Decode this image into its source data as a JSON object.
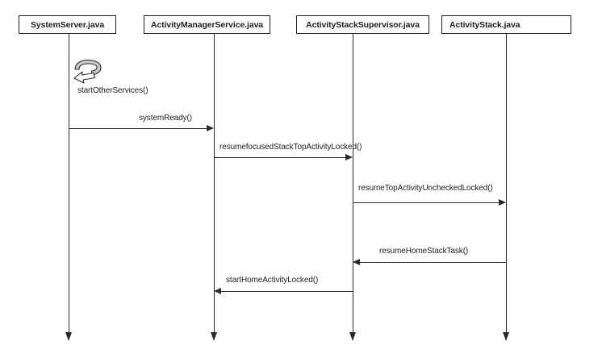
{
  "diagram": {
    "kind": "uml-sequence-diagram",
    "actors": [
      {
        "label": "SystemServer.java"
      },
      {
        "label": "ActivityManagerService.java"
      },
      {
        "label": "ActivityStackSupervisor.java"
      },
      {
        "label": "ActivityStack.java"
      }
    ],
    "messages": [
      {
        "label": "startOtherServices()",
        "from": "SystemServer.java",
        "to": "SystemServer.java",
        "type": "self-call"
      },
      {
        "label": "systemReady()",
        "from": "SystemServer.java",
        "to": "ActivityManagerService.java",
        "type": "call"
      },
      {
        "label": "resumefocusedStackTopActivityLocked()",
        "from": "ActivityManagerService.java",
        "to": "ActivityStackSupervisor.java",
        "type": "call"
      },
      {
        "label": "resumeTopActivityUncheckedLocked()",
        "from": "ActivityStackSupervisor.java",
        "to": "ActivityStack.java",
        "type": "call"
      },
      {
        "label": "resumeHomeStackTask()",
        "from": "ActivityStack.java",
        "to": "ActivityStackSupervisor.java",
        "type": "call-back"
      },
      {
        "label": "startHomeActivityLocked()",
        "from": "ActivityStackSupervisor.java",
        "to": "ActivityManagerService.java",
        "type": "call-back"
      }
    ],
    "colors": {
      "background": "#ffffff",
      "line": "#2b2b2b",
      "text": "#1f1f1f",
      "box_border": "#1f1f1f",
      "box_fill": "#ffffff",
      "loop_arrow_fill": "#c9c9c9"
    }
  }
}
